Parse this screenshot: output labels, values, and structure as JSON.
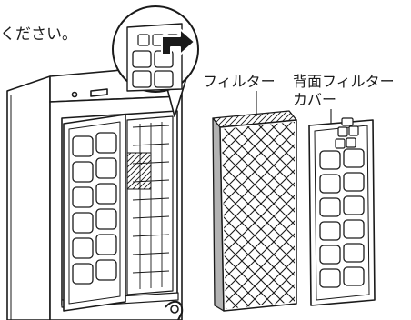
{
  "instruction_text": "ください。",
  "labels": {
    "filter": "フィルター",
    "back_filter_cover_line1": "背面フィルター",
    "back_filter_cover_line2": "カバー"
  },
  "colors": {
    "line": "#1a1a1a",
    "filter_side": "#b3b3b3",
    "filter_face": "#ffffff",
    "background": "#ffffff"
  },
  "icons": {
    "callout_arrow": "arrow-right-bent-icon"
  }
}
